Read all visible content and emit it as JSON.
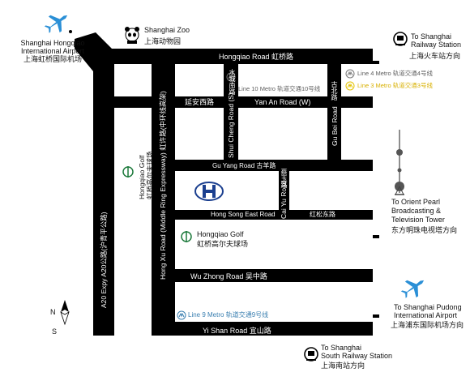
{
  "map": {
    "roads": {
      "hongqiao": "Hongqiao Road  虹桥路",
      "yanan_cn": "延安西路",
      "yanan_en": "Yan An Road (W)",
      "guyang": "Gu Yang Road    古羊路",
      "hongsong": "Hong Song East Road",
      "hongsong_cn": "红松东路",
      "wuzhong": "Wu Zhong Road   吴中路",
      "yishan": "Yi Shan Road   宜山路",
      "a20": "A20 Expy   A20公路(沪青平公路)",
      "hongxu": "Hong Xu Road (Middle Ring Expressway) 虹许路(中环线高架)",
      "shuicheng_en": "Shui Cheng Road (S)",
      "shuicheng_cn": "水城南路",
      "gubei_en": "Gu Bei Road",
      "gubei_cn": "古北路",
      "ciyu_en": "Cai Yu Road",
      "ciyu_cn": "蔡玉路"
    },
    "metro": {
      "line10": "Line 10 Metro 轨道交通10号线",
      "line4": "Line 4 Metro 轨道交通4号线",
      "line3": "Line 3 Metro 轨道交通3号线",
      "line9": "Line 9 Metro  轨道交通9号线"
    },
    "poi": {
      "hongqiao_airport_en1": "Shanghai Hongqiao",
      "hongqiao_airport_en2": "International Airport",
      "hongqiao_airport_cn": "上海虹桥国际机场",
      "zoo_en": "Shanghai Zoo",
      "zoo_cn": "上海动物园",
      "railway_en1": "To Shanghai",
      "railway_en2": "Railway Station",
      "railway_cn": "上海火车站方向",
      "golf_en": "Hongqiao Golf",
      "golf_cn": "虹桥高尔夫球场",
      "golf2_en": "Hongqiao Golf",
      "golf2_cn": "虹桥高尔夫球场",
      "pearl_en1": "To Orient Pearl",
      "pearl_en2": "Broadcasting &",
      "pearl_en3": "Television Tower",
      "pearl_cn": "东方明珠电视塔方向",
      "pudong_en1": "To Shanghai Pudong",
      "pudong_en2": "International Airport",
      "pudong_cn": "上海浦东国际机场方向",
      "south_en1": "To Shanghai",
      "south_en2": "South Railway Station",
      "south_cn": "上海南站方向"
    },
    "compass": {
      "n": "N",
      "s": "S"
    },
    "colors": {
      "road": "#000000",
      "block": "#ffffff",
      "plane": "#2a8fd6",
      "metro_yellow": "#e3c200",
      "hilton": "#1b3f8f",
      "golf": "#1d7a3c"
    }
  }
}
